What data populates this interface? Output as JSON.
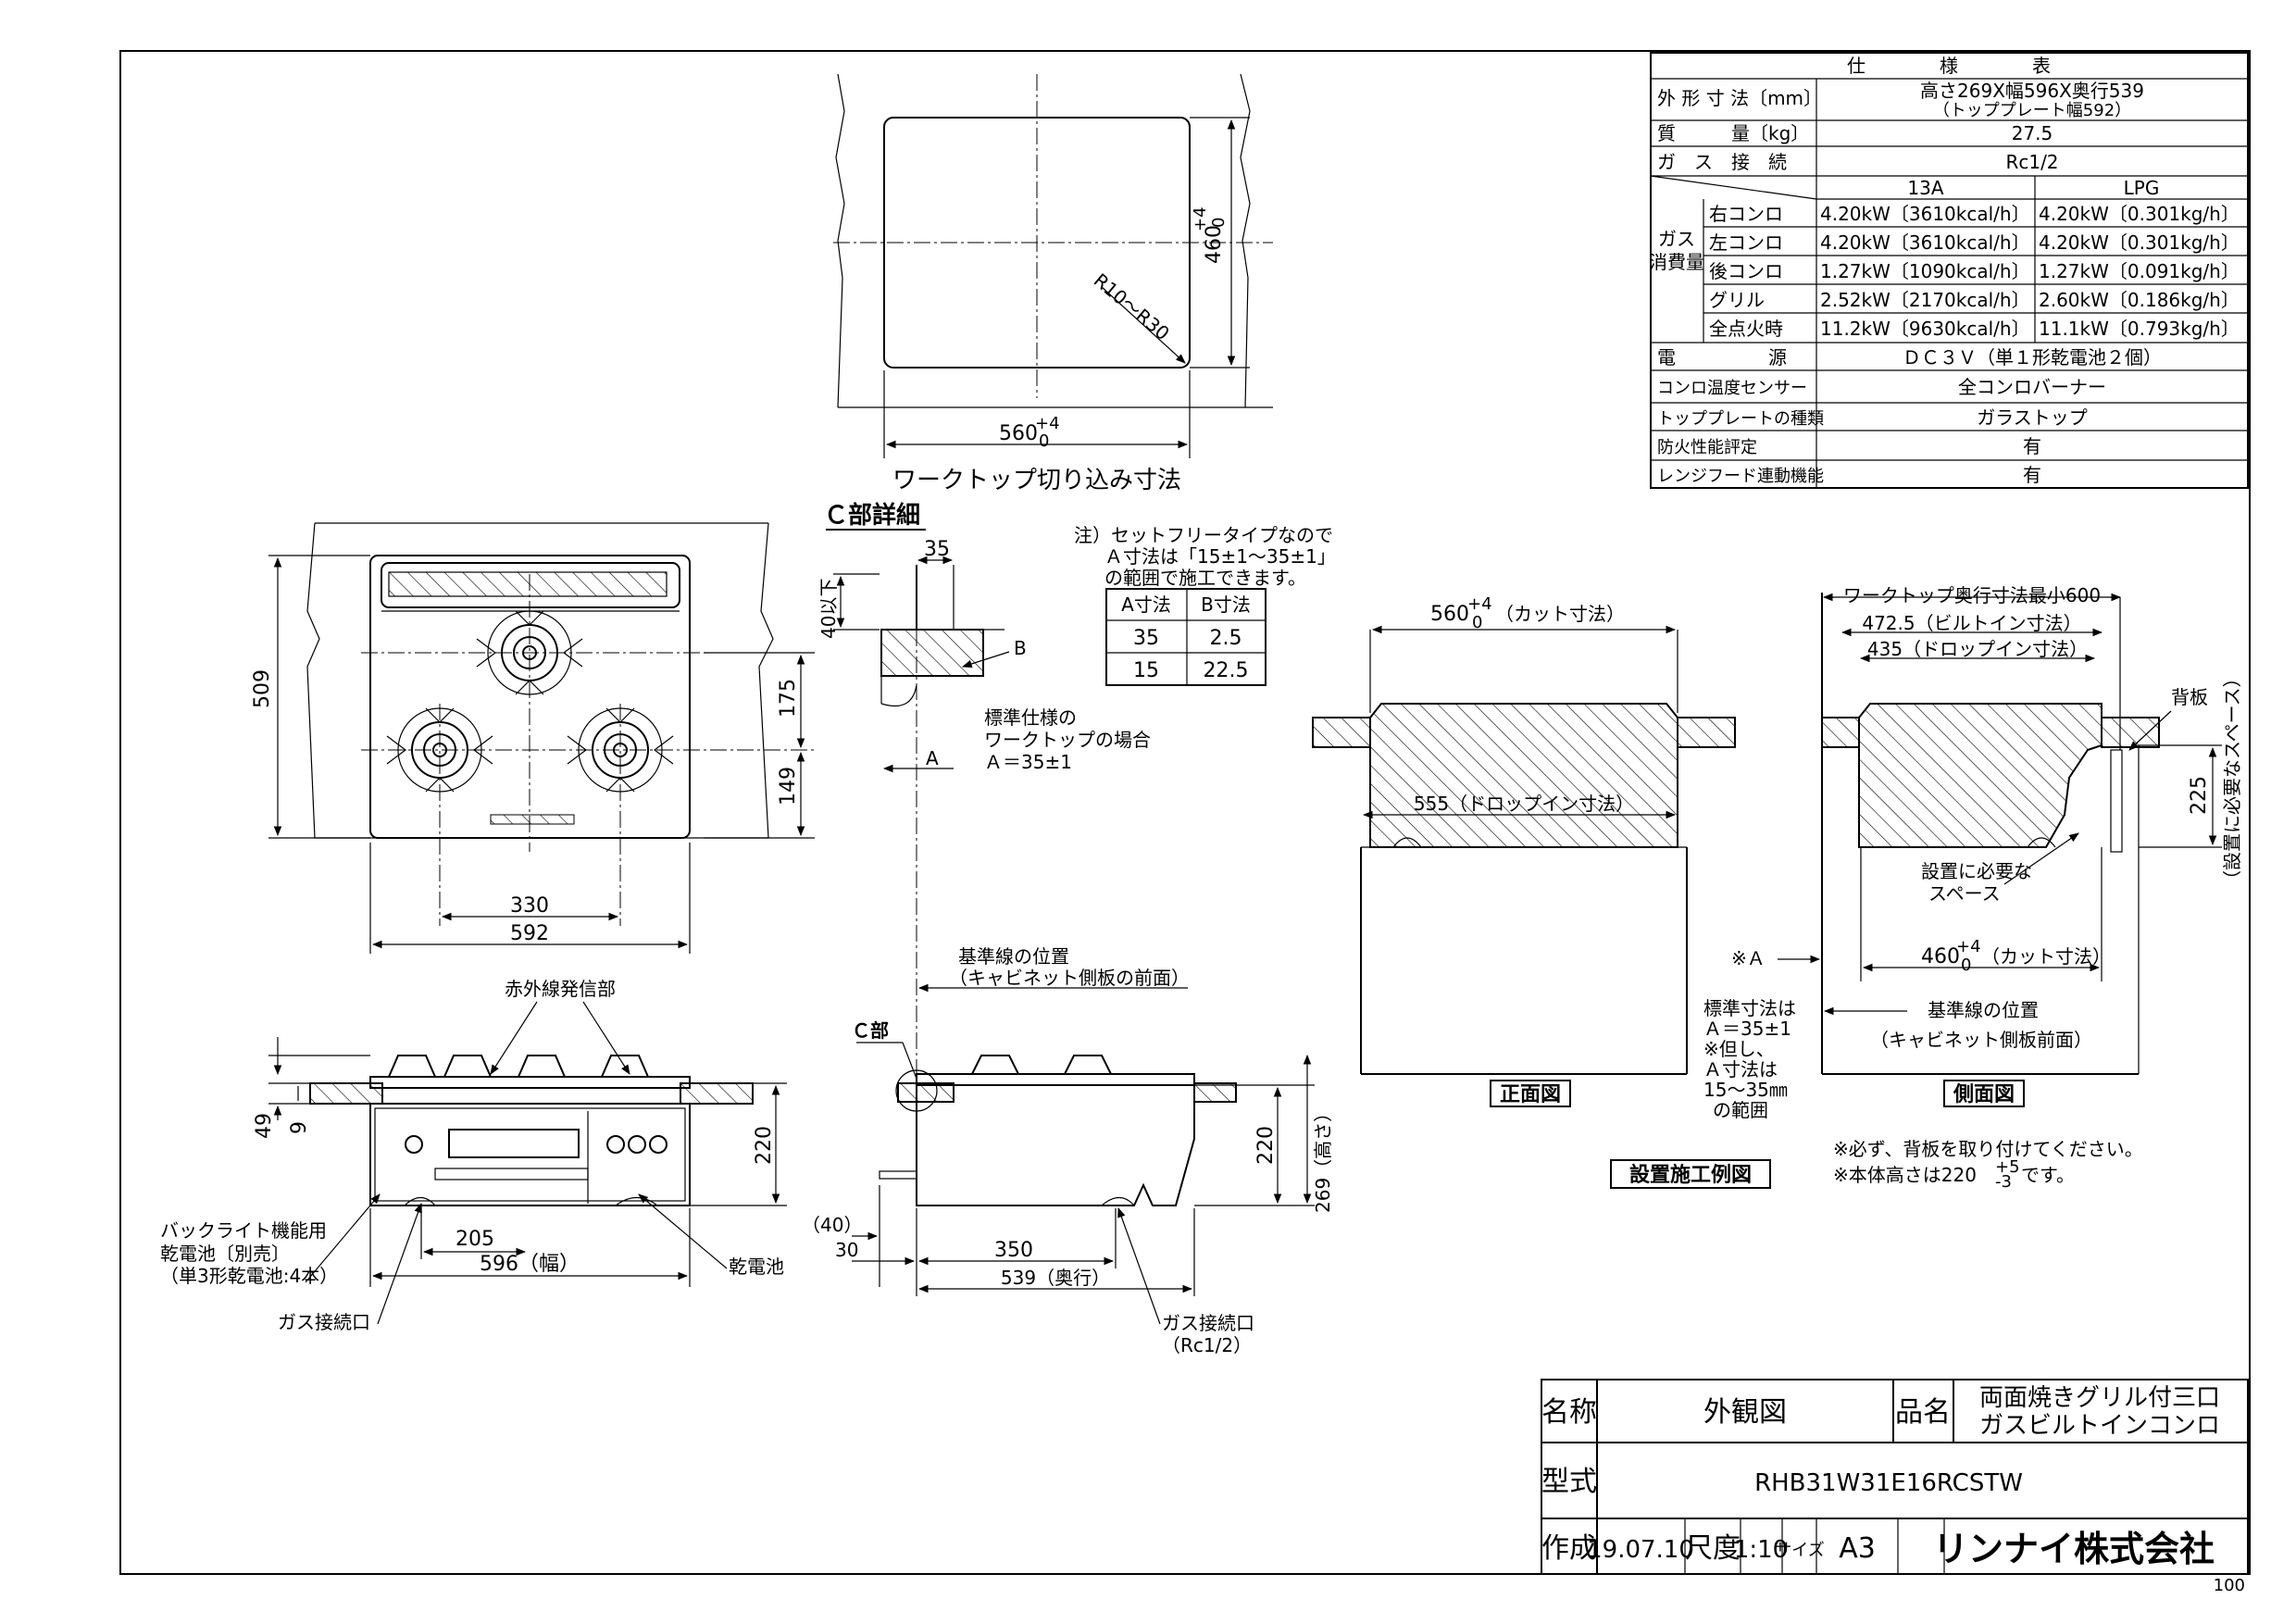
{
  "spec_table": {
    "title": "仕　　　　様　　　　表",
    "rows": [
      {
        "label": "外 形 寸 法〔mm〕",
        "value": "高さ269X幅596X奥行539",
        "sub": "（トッププレート幅592）"
      },
      {
        "label": "質　　　量〔kg〕",
        "value": "27.5"
      },
      {
        "label": "ガ　ス　接　続",
        "value": "Rc1/2"
      }
    ],
    "gas_header": {
      "col1": "13A",
      "col2": "LPG"
    },
    "gas_group_label": [
      "ガス",
      "消費量"
    ],
    "gas_rows": [
      {
        "name": "右コンロ",
        "v13a": "4.20kW〔3610kcal/h〕",
        "vlpg": "4.20kW〔0.301kg/h〕"
      },
      {
        "name": "左コンロ",
        "v13a": "4.20kW〔3610kcal/h〕",
        "vlpg": "4.20kW〔0.301kg/h〕"
      },
      {
        "name": "後コンロ",
        "v13a": "1.27kW〔1090kcal/h〕",
        "vlpg": "1.27kW〔0.091kg/h〕"
      },
      {
        "name": "グリル",
        "v13a": "2.52kW〔2170kcal/h〕",
        "vlpg": "2.60kW〔0.186kg/h〕"
      },
      {
        "name": "全点火時",
        "v13a": "11.2kW〔9630kcal/h〕",
        "vlpg": "11.1kW〔0.793kg/h〕"
      }
    ],
    "bottom_rows": [
      {
        "label": "電　　　　　源",
        "value": "ＤＣ３Ｖ（単１形乾電池２個）"
      },
      {
        "label": "コンロ温度センサー",
        "value": "全コンロバーナー"
      },
      {
        "label": "トッププレートの種類",
        "value": "ガラストップ"
      },
      {
        "label": "防火性能評定",
        "value": "有"
      },
      {
        "label": "レンジフード連動機能",
        "value": "有"
      }
    ]
  },
  "cutout": {
    "caption": "ワークトップ切り込み寸法",
    "width": "560",
    "tol": "+4",
    "tol0": "0",
    "depth": "460",
    "radius": "R10〜R30"
  },
  "top_view": {
    "dim_509": "509",
    "dim_175": "175",
    "dim_149": "149",
    "dim_330": "330",
    "dim_592": "592"
  },
  "front_view": {
    "ir_label": "赤外線発信部",
    "dim_49": "49",
    "dim_9": "9",
    "dim_220": "220",
    "dim_205": "205",
    "dim_596": "596（幅）",
    "battery_note": [
      "バックライト機能用",
      "乾電池〔別売〕",
      "（単3形乾電池:4本）"
    ],
    "battery_label": "乾電池",
    "gas_conn": "ガス接続口"
  },
  "c_detail": {
    "title": "Ｃ部詳細",
    "dim_35": "35",
    "dim_40": "40以下",
    "label_b": "B",
    "label_a": "A",
    "std_note": [
      "標準仕様の",
      "ワークトップの場合",
      "Ａ＝35±1"
    ],
    "note": [
      "注）セットフリータイプなので",
      "Ａ寸法は「15±1〜35±1」",
      "の範囲で施工できます。"
    ],
    "table_header": [
      "A寸法",
      "B寸法"
    ],
    "table_rows": [
      [
        "35",
        "2.5"
      ],
      [
        "15",
        "22.5"
      ]
    ]
  },
  "side_view": {
    "c_label": "Ｃ部",
    "baseline": [
      "基準線の位置",
      "（キャビネット側板の前面）"
    ],
    "dim_220": "220",
    "dim_269": "269（高さ）",
    "dim_40": "（40）",
    "dim_30": "30",
    "dim_350": "350",
    "dim_539": "539（奥行）",
    "gas_conn": [
      "ガス接続口",
      "（Rc1/2）"
    ]
  },
  "install_front": {
    "cut": "560",
    "cut_note": "（カット寸法）",
    "drop": "555（ドロップイン寸法）",
    "caption": "正面図"
  },
  "install_side": {
    "worktop_min": "ワークトップ奥行寸法最小600",
    "builtin": "472.5（ビルトイン寸法）",
    "dropin": "435（ドロップイン寸法）",
    "backboard": "背板",
    "dim_225": "225",
    "space_v": "（設置に必要なスペース）",
    "space_label": [
      "設置に必要な",
      "スペース"
    ],
    "cut": "460",
    "cut_note": "（カット寸法）",
    "asterisk_a": "※Ａ",
    "baseline": [
      "基準線の位置",
      "（キャビネット側板前面）"
    ],
    "std_note": [
      "標準寸法は",
      "Ａ＝35±1",
      "※但し、",
      "Ａ寸法は",
      "15〜35㎜",
      "の範囲"
    ],
    "caption": "側面図",
    "example_caption": "設置施工例図",
    "notes": [
      "※必ず、背板を取り付けてください。",
      "※本体高さは220",
      "です。"
    ],
    "height_tol_plus": "+5",
    "height_tol_minus": "-3"
  },
  "title_block": {
    "name_label": "名称",
    "name_value": "外観図",
    "product_label": "品名",
    "product_value": [
      "両面焼きグリル付三口",
      "ガスビルトインコンロ"
    ],
    "model_label": "型式",
    "model_value": "RHB31W31E16RCSTW",
    "made_label": "作成",
    "made_value": "19.07.10",
    "scale_label": "尺度",
    "scale_value": "1:10",
    "size_label": "サイズ",
    "size_value": "A3",
    "company": "リンナイ株式会社"
  },
  "sheet_code": "100"
}
